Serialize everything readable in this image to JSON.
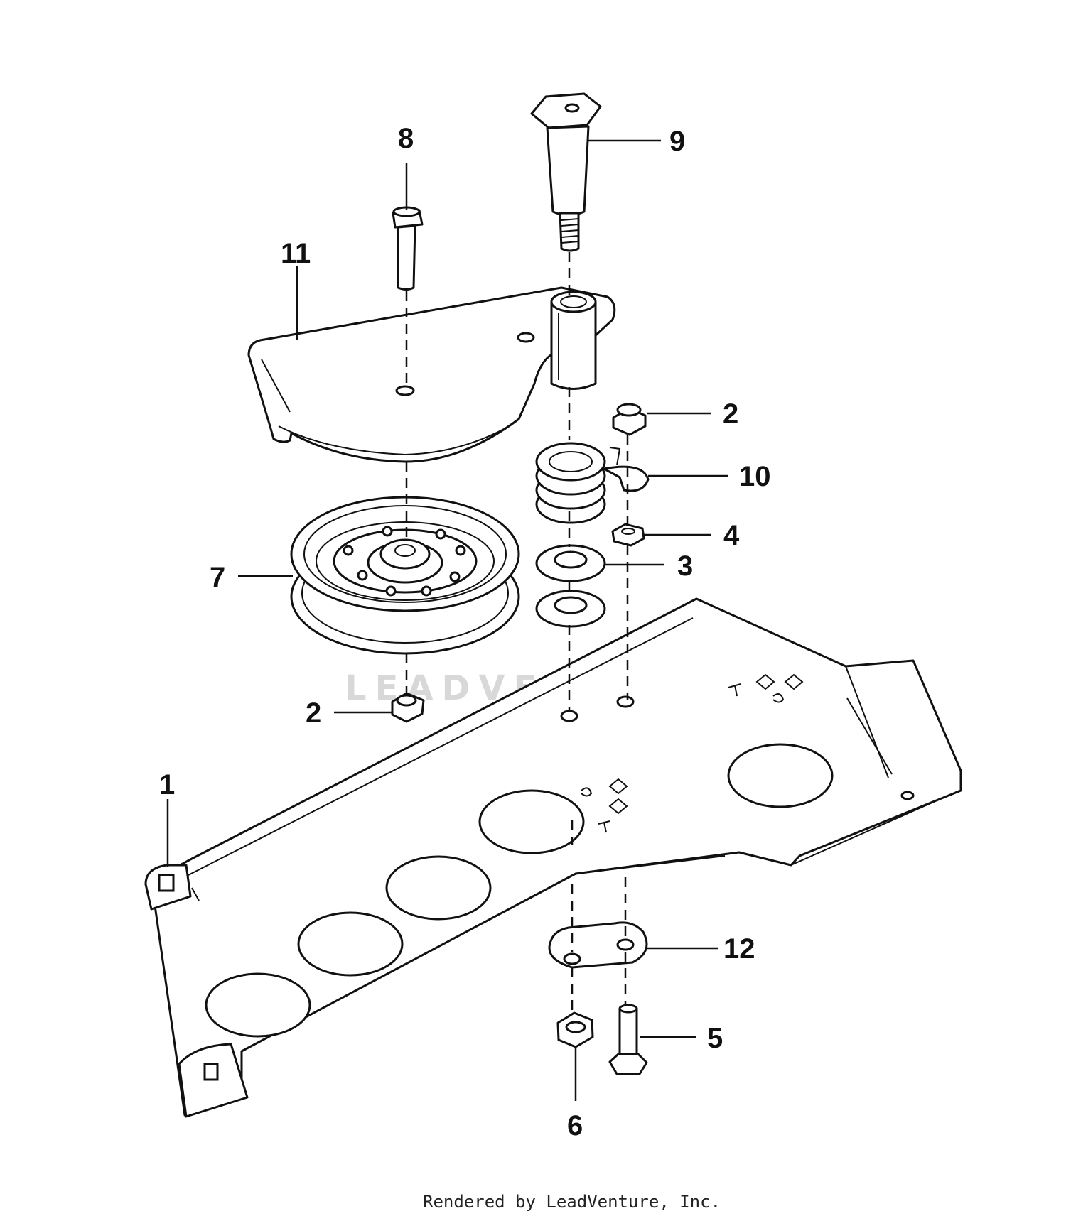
{
  "callouts": {
    "c1": "1",
    "c2a": "2",
    "c2b": "2",
    "c3": "3",
    "c4": "4",
    "c5": "5",
    "c6": "6",
    "c7": "7",
    "c8": "8",
    "c9": "9",
    "c10": "10",
    "c11": "11",
    "c12": "12"
  },
  "watermark": "LEADVENTURE",
  "footer": {
    "credit": "Rendered by LeadVenture, Inc."
  }
}
